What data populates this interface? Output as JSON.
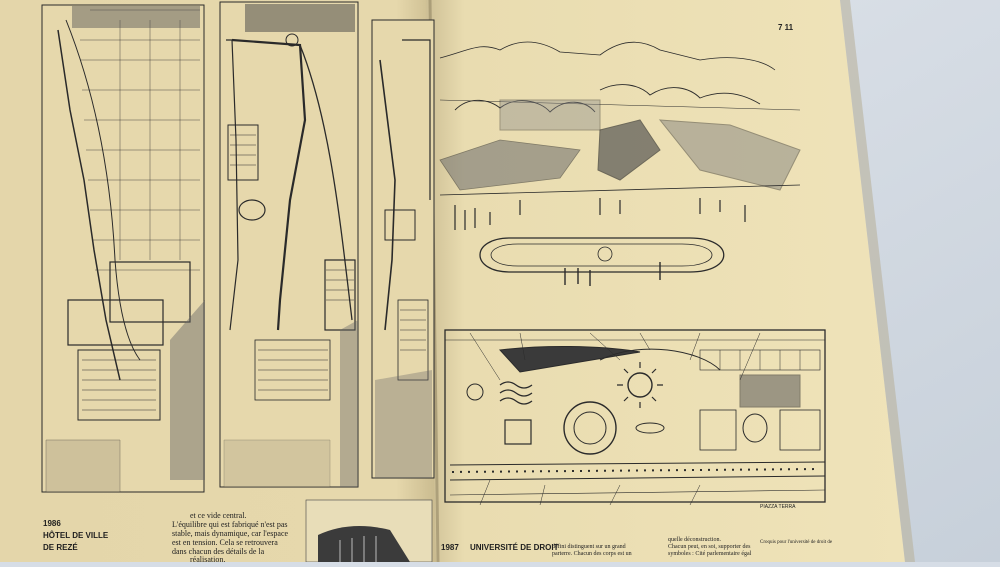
{
  "page_number": "7  11",
  "left_page": {
    "caption_year": "1986",
    "caption_title_1": "HÔTEL DE VILLE",
    "caption_title_2": "DE REZÉ",
    "body_text": [
      "et ce vide central.",
      "L'équilibre qui est fabriqué n'est pas",
      "stable, mais dynamique, car l'espace",
      "est en tension. Cela se retrouvera",
      "dans chacun des détails de la",
      "réalisation."
    ]
  },
  "right_page": {
    "caption_year": "1987",
    "caption_title": "UNIVERSITÉ DE DROIT",
    "body_left": [
      "défini distinguent sur un grand",
      "parterre. Chacun des corps est un"
    ],
    "body_mid": [
      "quelle déconstruction.",
      "Chacun peut, en soi, supporter des",
      "symboles : Cité parlementaire égal"
    ],
    "body_right": "Croquis pour l'université de droit de",
    "plan_labels": [
      "PIAZZA  TERRA"
    ]
  }
}
